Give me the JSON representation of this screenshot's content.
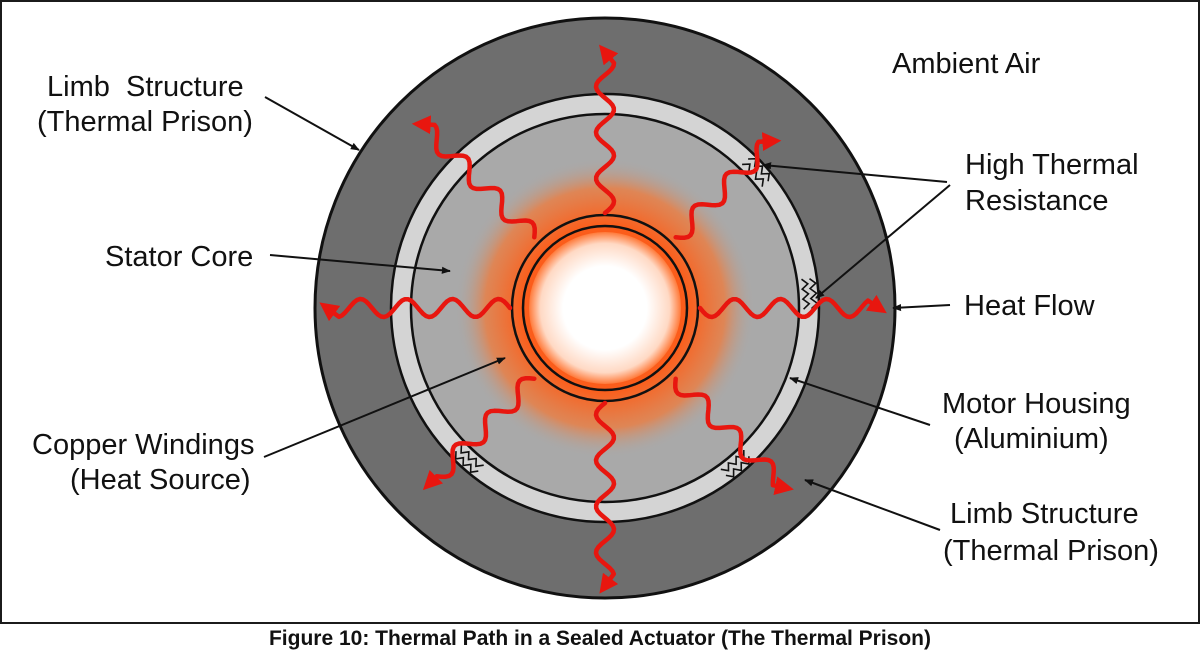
{
  "figure": {
    "caption": "Figure 10: Thermal Path in a Sealed Actuator (The Thermal Prison)",
    "labels": {
      "limb_structure_top": [
        "Limb  Structure",
        "(Thermal Prison)"
      ],
      "stator_core": [
        "Stator Core"
      ],
      "copper_windings": [
        "Copper Windings",
        "(Heat Source)"
      ],
      "ambient_air": [
        "Ambient Air"
      ],
      "high_thermal_resistance": [
        "High Thermal",
        "Resistance"
      ],
      "heat_flow": [
        "Heat Flow"
      ],
      "motor_housing": [
        "Motor Housing",
        "(Aluminium)"
      ],
      "limb_structure_bottom": [
        "Limb Structure",
        "(Thermal Prison)"
      ]
    },
    "colors": {
      "limb_structure": "#6e6e6e",
      "housing_ring": "#d4d4d4",
      "stator": "#a9a9a9",
      "heat_glow": "#ff5a14",
      "heat_arrow": "#e8160f",
      "outline": "#111111"
    }
  }
}
